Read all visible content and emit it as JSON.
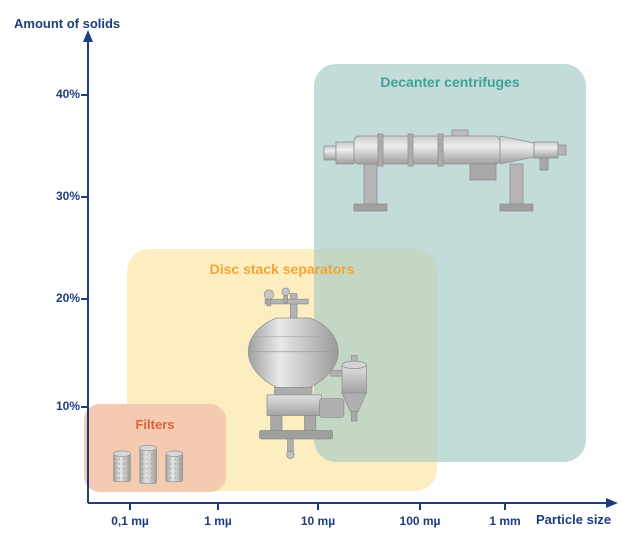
{
  "chart_data": {
    "type": "area",
    "title": "",
    "xlabel": "Particle size",
    "ylabel": "Amount of solids",
    "x_scale": "log",
    "x_ticks": [
      "0,1 mµ",
      "1 mµ",
      "10 mµ",
      "100 mµ",
      "1 mm"
    ],
    "y_ticks": [
      "10%",
      "20%",
      "30%",
      "40%"
    ],
    "y_range_percent": [
      0,
      45
    ],
    "legend_position": "labels-inside-regions",
    "grid": false,
    "regions": [
      {
        "label": "Filters",
        "x_min": "0,05 mµ",
        "x_max": "1 mµ",
        "y_min_percent": 0,
        "y_max_percent": 12,
        "fill_color": "#f4cab1",
        "label_color": "#d9633a"
      },
      {
        "label": "Disc stack separators",
        "x_min": "0,1 mµ",
        "x_max": "150 mµ",
        "y_min_percent": 0,
        "y_max_percent": 25,
        "fill_color": "#fdeec2",
        "label_color": "#f0a435"
      },
      {
        "label": "Decanter centrifuges",
        "x_min": "10 mµ",
        "x_max": "5 mm",
        "y_min_percent": 5,
        "y_max_percent": 43,
        "fill_color": "#cadfdc",
        "label_color": "#3fa09a"
      }
    ]
  },
  "axis_colors": {
    "axis_line": "#1c3e7e",
    "tick_text": "#1c3e7e"
  },
  "illustrations": {
    "filters": "filter-cartridges-drawing",
    "disc_stack": "disc-stack-separator-drawing",
    "decanter": "decanter-centrifuge-drawing"
  }
}
